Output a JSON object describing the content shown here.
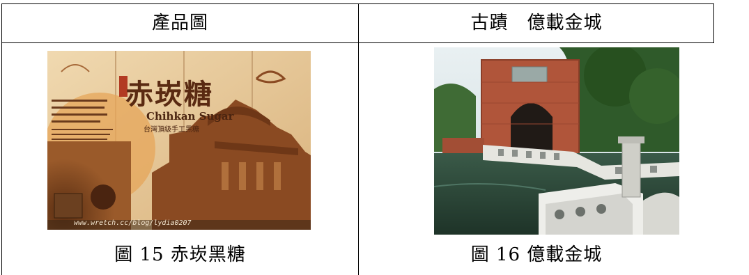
{
  "table": {
    "headers": [
      "產品圖",
      "古蹟　億載金城"
    ],
    "captions": [
      "圖 15 赤崁黑糖",
      "圖 16 億載金城"
    ]
  },
  "left_photo": {
    "sign_brand": "赤崁糖",
    "sign_english": "Chihkan Sugar",
    "sign_subtitle": "台灣頂級手工黑糖",
    "watermark": "www.wretch.cc/blog/lydia0207"
  },
  "right_photo": {},
  "colors": {
    "border": "#000000",
    "mural_bg": "#e8c997",
    "mural_brown": "#8a4a22",
    "brick": "#b0553a",
    "water": "#2d4a3a",
    "railing": "#e6e6e0"
  }
}
